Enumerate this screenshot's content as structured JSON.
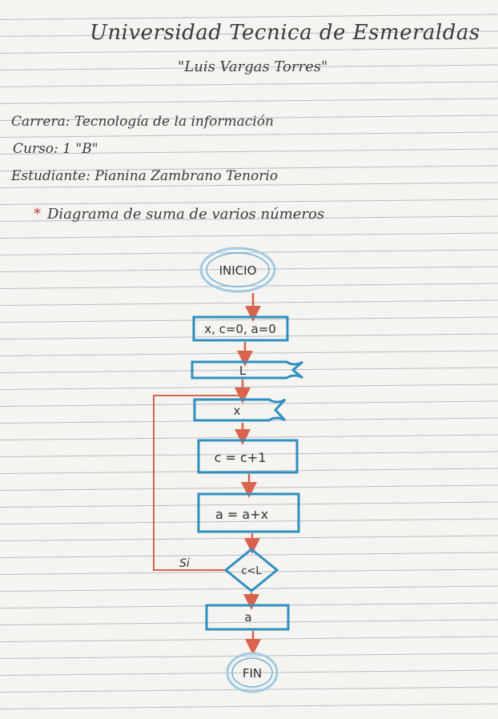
{
  "header": {
    "title_line1": "Universidad Tecnica de Esmeraldas",
    "title_line2": "\"Luis Vargas Torres\""
  },
  "info": {
    "career": "Carrera: Tecnología de la información",
    "course": "Curso: 1 \"B\"",
    "student": "Estudiante: Pianina Zambrano Tenorio"
  },
  "subject": {
    "bullet": "*",
    "text": "Diagrama de suma de varios números"
  },
  "flowchart": {
    "start": "INICIO",
    "init": "x, c=0, a=0",
    "input_l": "L",
    "input_x": "x",
    "counter": "c = c+1",
    "accumulate": "a = a+x",
    "decision": "c<L",
    "yes_label": "Si",
    "output": "a",
    "end": "FIN"
  },
  "colors": {
    "blue": "#2f8fc1",
    "red": "#d9634c",
    "ink": "#2f2f2f"
  }
}
